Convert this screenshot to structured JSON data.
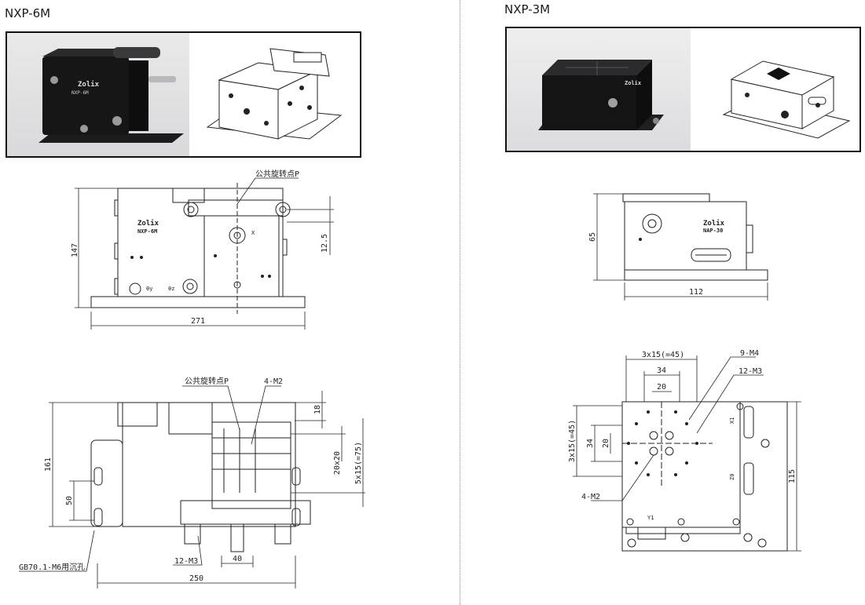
{
  "left": {
    "title": "NXP-6M",
    "photo_brand": "Zolix",
    "photo_model": "NXP-6M",
    "side_view": {
      "brand": "Zolix",
      "model": "NXP-6M",
      "callout_pivot": "公共旋转点P",
      "label_x": "X",
      "label_theta_y": "θy",
      "label_theta_z": "θz",
      "dim_height": "147",
      "dim_width": "271",
      "dim_offset": "12.5"
    },
    "top_view": {
      "callout_pivot": "公共旋转点P",
      "callout_thread": "4-M2",
      "callout_mount": "12-M3",
      "callout_counterbore": "GB70.1-M6用沉孔",
      "dim_height": "161",
      "dim_slot": "50",
      "dim_width": "250",
      "dim_spacing": "40",
      "dim_top": "18",
      "dim_grid": "20x20",
      "dim_pattern": "5x15(=75)"
    }
  },
  "right": {
    "title": "NXP-3M",
    "photo_brand": "Zolix",
    "side_view": {
      "brand": "Zolix",
      "model": "NAP-30",
      "dim_height": "65",
      "dim_width": "112"
    },
    "top_view": {
      "callout_pattern": "3x15(=45)",
      "callout_thread_a": "9-M4",
      "callout_thread_b": "12-M3",
      "callout_thread_c": "4-M2",
      "dim_34_h": "34",
      "dim_20_h": "20",
      "dim_pattern_v": "3x15(=45)",
      "dim_34_v": "34",
      "dim_20_v": "20",
      "dim_height": "115",
      "label_x1": "X1",
      "label_z0": "Z0",
      "label_y1": "Y1"
    }
  }
}
